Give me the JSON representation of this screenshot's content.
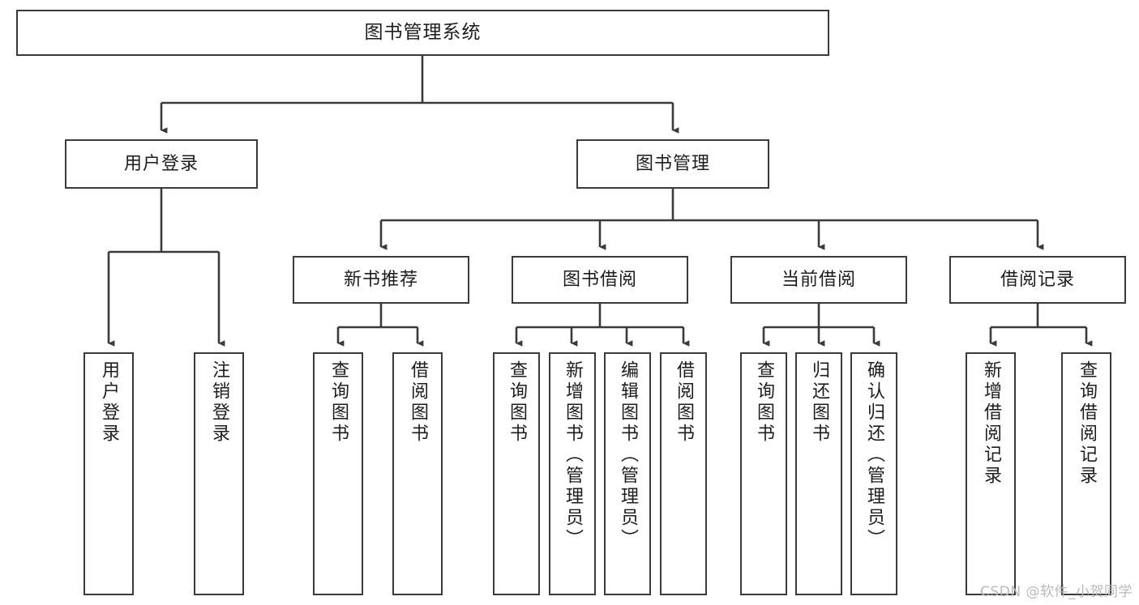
{
  "diagram": {
    "type": "tree-hierarchy",
    "title": "图书管理系统",
    "watermark": "CSDN @软件_小贺同学",
    "colors": {
      "box_border": "#3a3a3a",
      "box_fill": "#ffffff",
      "connector": "#3a3a3a",
      "text": "#1d1d1d",
      "watermark": "#b9b9b9",
      "background": "#ffffff"
    },
    "nodes": {
      "root": {
        "label": "图书管理系统",
        "level": 1
      },
      "user_login": {
        "label": "用户登录",
        "level": 2
      },
      "book_manage": {
        "label": "图书管理",
        "level": 2
      },
      "new_book_rec": {
        "label": "新书推荐",
        "level": 3
      },
      "book_borrow": {
        "label": "图书借阅",
        "level": 3
      },
      "current_borrow": {
        "label": "当前借阅",
        "level": 3
      },
      "borrow_record": {
        "label": "借阅记录",
        "level": 3
      },
      "leaf_user_login": {
        "label": "用户登录",
        "level": 4
      },
      "leaf_logout": {
        "label": "注销登录",
        "level": 4
      },
      "leaf_query_book_1": {
        "label": "查询图书",
        "level": 4
      },
      "leaf_borrow_book_1": {
        "label": "借阅图书",
        "level": 4
      },
      "leaf_query_book_2": {
        "label": "查询图书",
        "level": 4
      },
      "leaf_add_book": {
        "label": "新增图书（管理员）",
        "level": 4
      },
      "leaf_edit_book": {
        "label": "编辑图书（管理员）",
        "level": 4
      },
      "leaf_borrow_book_2": {
        "label": "借阅图书",
        "level": 4
      },
      "leaf_query_book_3": {
        "label": "查询图书",
        "level": 4
      },
      "leaf_return_book": {
        "label": "归还图书",
        "level": 4
      },
      "leaf_confirm_return": {
        "label": "确认归还（管理员）",
        "level": 4
      },
      "leaf_add_record": {
        "label": "新增借阅记录",
        "level": 4
      },
      "leaf_query_record": {
        "label": "查询借阅记录",
        "level": 4
      }
    },
    "edges": [
      {
        "from": "root",
        "to": "user_login"
      },
      {
        "from": "root",
        "to": "book_manage"
      },
      {
        "from": "user_login",
        "to": "leaf_user_login"
      },
      {
        "from": "user_login",
        "to": "leaf_logout"
      },
      {
        "from": "book_manage",
        "to": "new_book_rec"
      },
      {
        "from": "book_manage",
        "to": "book_borrow"
      },
      {
        "from": "book_manage",
        "to": "current_borrow"
      },
      {
        "from": "book_manage",
        "to": "borrow_record"
      },
      {
        "from": "new_book_rec",
        "to": "leaf_query_book_1"
      },
      {
        "from": "new_book_rec",
        "to": "leaf_borrow_book_1"
      },
      {
        "from": "book_borrow",
        "to": "leaf_query_book_2"
      },
      {
        "from": "book_borrow",
        "to": "leaf_add_book"
      },
      {
        "from": "book_borrow",
        "to": "leaf_edit_book"
      },
      {
        "from": "book_borrow",
        "to": "leaf_borrow_book_2"
      },
      {
        "from": "current_borrow",
        "to": "leaf_query_book_3"
      },
      {
        "from": "current_borrow",
        "to": "leaf_return_book"
      },
      {
        "from": "current_borrow",
        "to": "leaf_confirm_return"
      },
      {
        "from": "borrow_record",
        "to": "leaf_add_record"
      },
      {
        "from": "borrow_record",
        "to": "leaf_query_record"
      }
    ]
  }
}
